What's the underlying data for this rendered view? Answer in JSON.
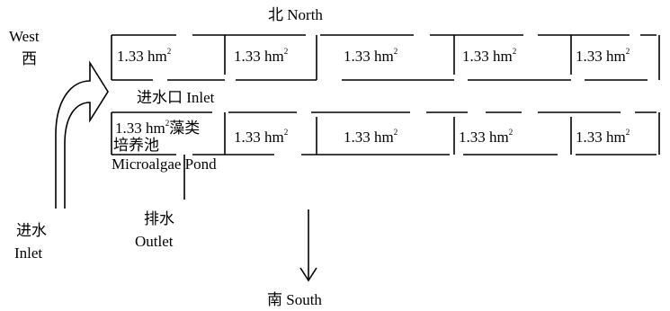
{
  "compass": {
    "north": "北 North",
    "south": "南 South",
    "west_en": "West",
    "west_cn": "西"
  },
  "area_label": "1.33 hm",
  "area_sup": "2",
  "inlet_channel_label": "进水口 Inlet",
  "microalgae_pond": {
    "line1_suffix": "藻类",
    "line2": "培养池",
    "line3": "Microalgae Pond"
  },
  "inflow": {
    "cn": "进水",
    "en": "Inlet"
  },
  "outlet": {
    "cn": "排水",
    "en": "Outlet"
  }
}
